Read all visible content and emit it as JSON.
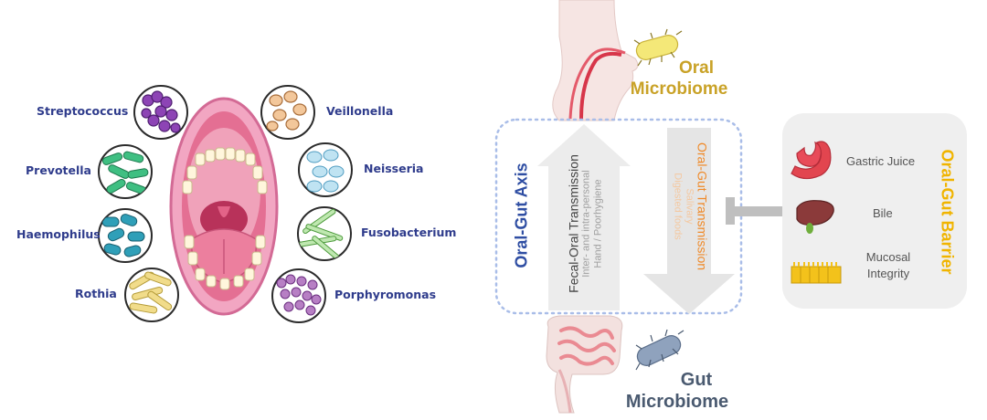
{
  "oral_cavity": {
    "left_bacteria": [
      "Streptococcus",
      "Prevotella",
      "Haemophilus",
      "Rothia"
    ],
    "right_bacteria": [
      "Veillonella",
      "Neisseria",
      "Fusobacterium",
      "Porphyromonas"
    ]
  },
  "axis": {
    "title": "Oral-Gut Axis",
    "fecal_oral": {
      "title": "Fecal-Oral Transmission",
      "line1": "Inter- and intra-personal",
      "line2": "Hand / Poorhygiene"
    },
    "oral_gut": {
      "title": "Oral-Gut Transmission",
      "line1": "Salivary",
      "line2": "Digested foods"
    }
  },
  "oral_microbiome": {
    "line1": "Oral",
    "line2": "Microbiome"
  },
  "gut_microbiome": {
    "line1": "Gut",
    "line2": "Microbiome"
  },
  "barrier": {
    "title": "Oral-Gut Barrier",
    "items": [
      "Gastric Juice",
      "Bile",
      "Mucosal",
      "Integrity"
    ]
  },
  "colors": {
    "label_blue": "#2f3c8c",
    "oral_gold": "#c9a227",
    "gut_slate": "#4a5a70",
    "barrier_yellow": "#f0b400",
    "transmission_orange": "#ef8a2a",
    "dotted_box": "#a9bde8"
  }
}
